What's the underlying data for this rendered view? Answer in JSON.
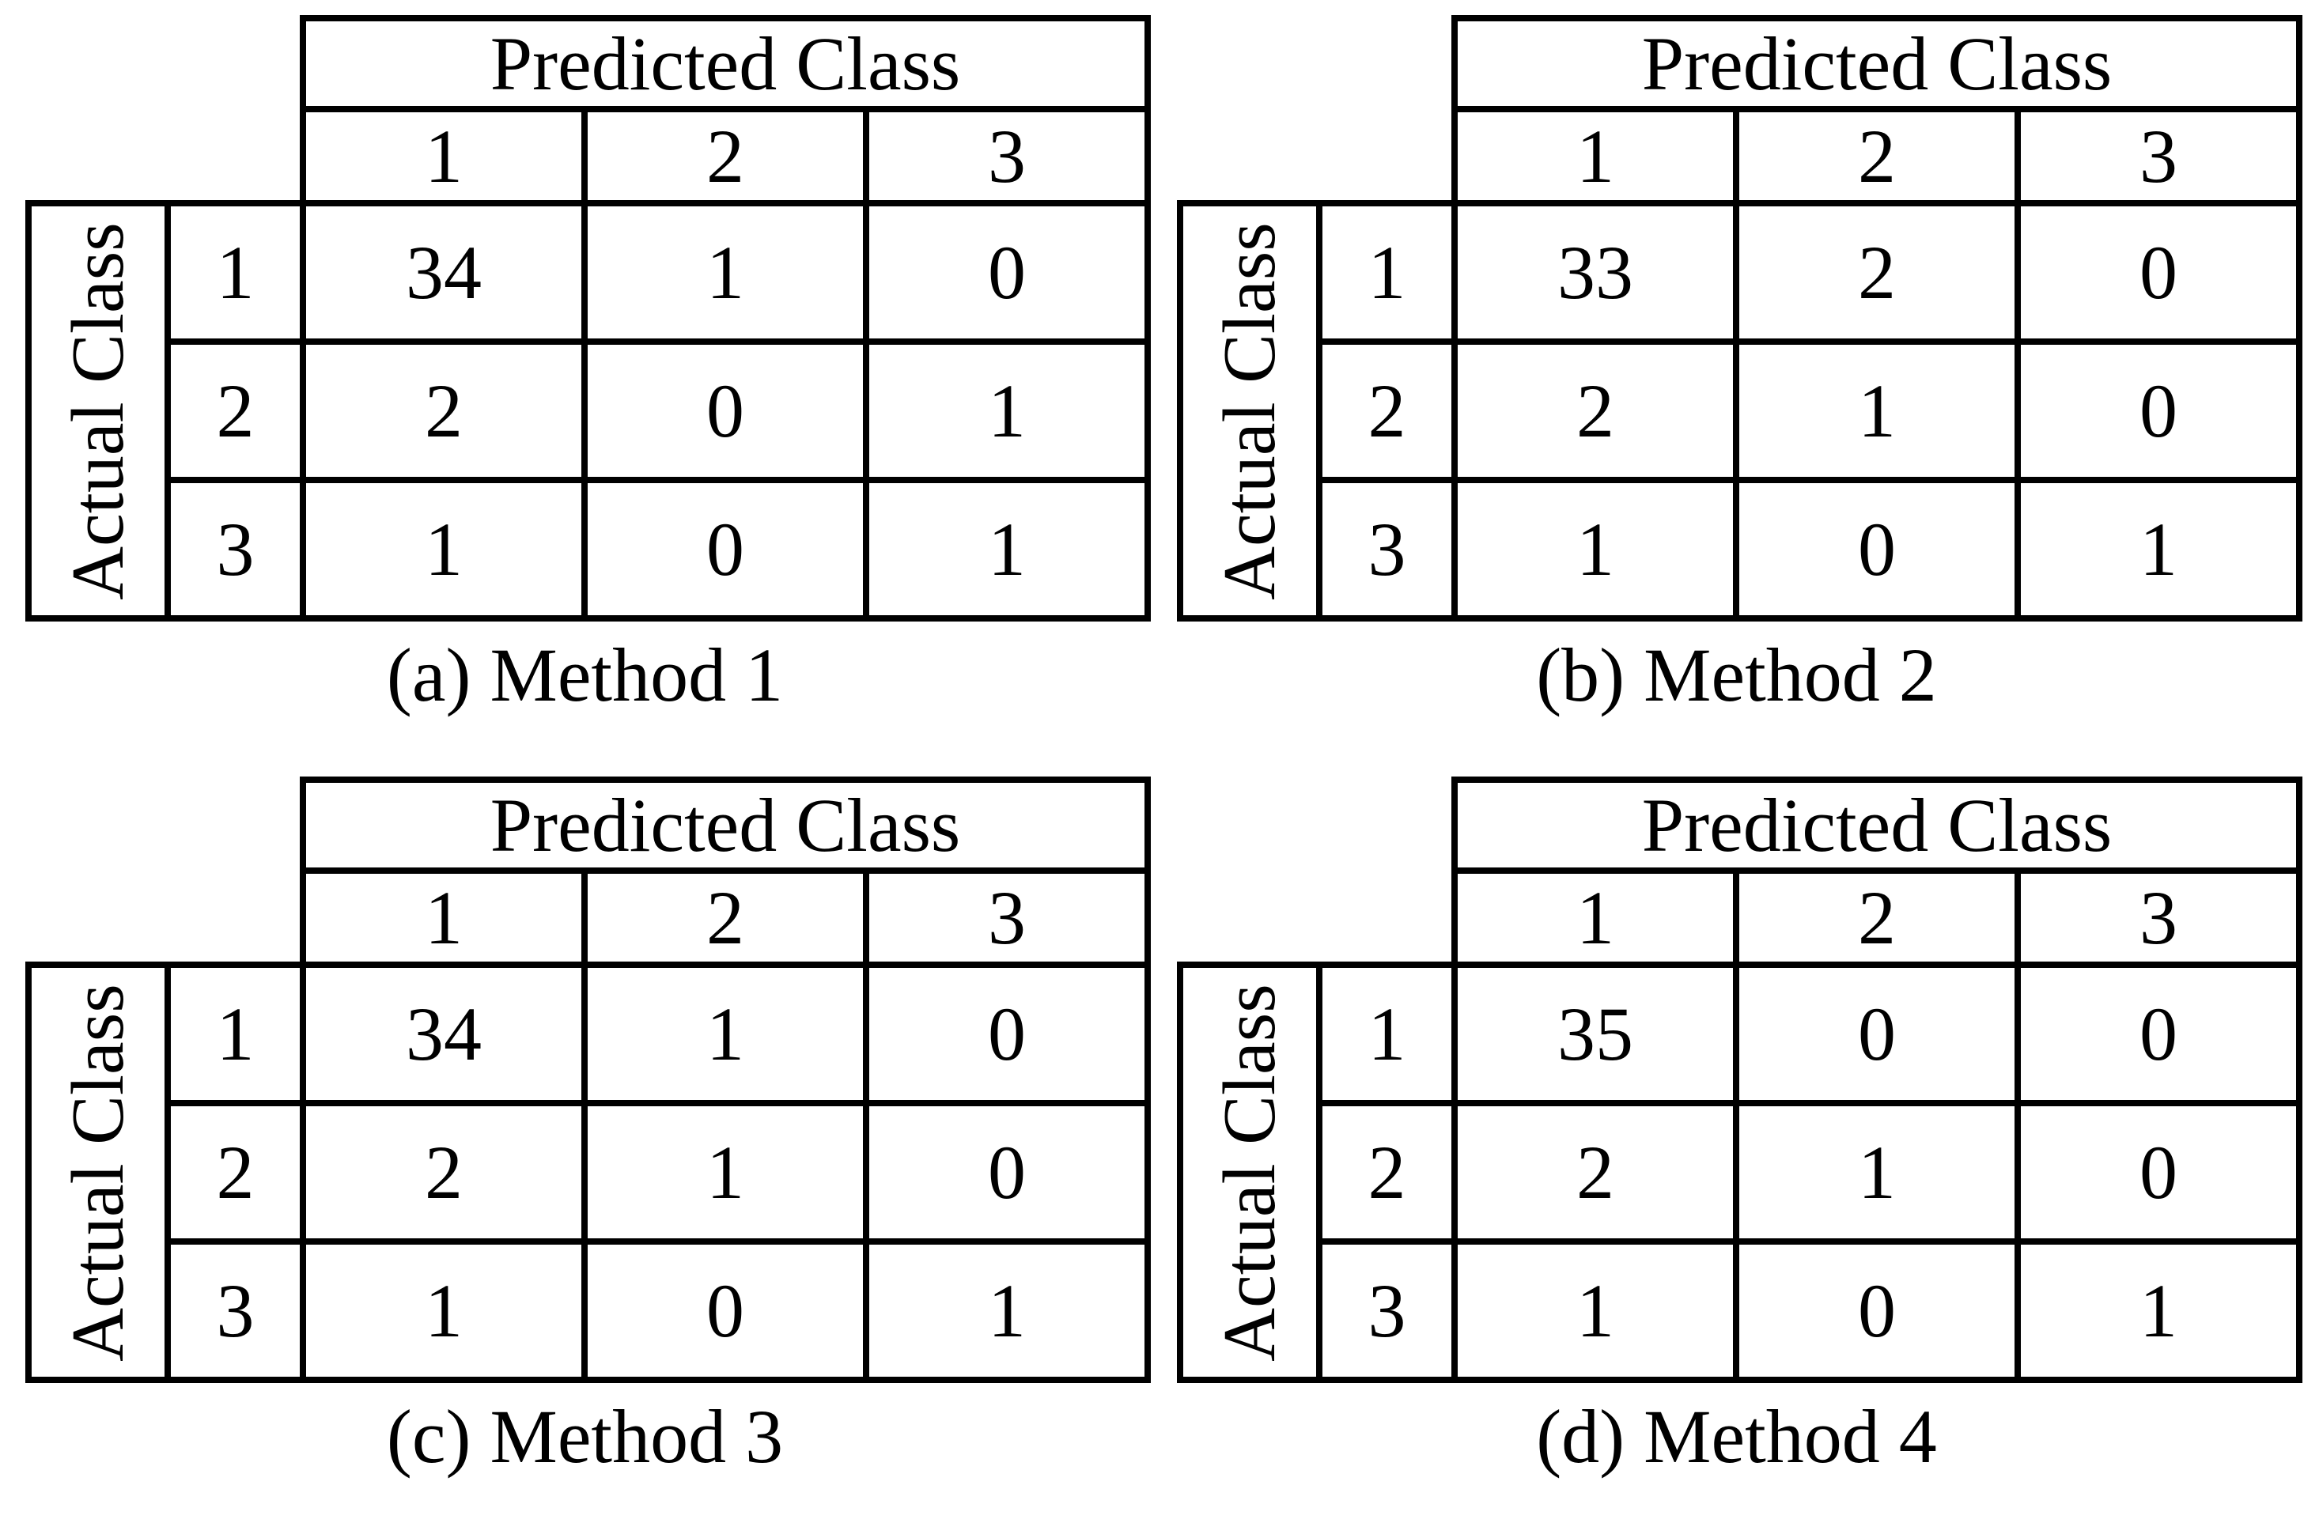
{
  "chart_data": [
    {
      "type": "table",
      "subtype": "confusion-matrix",
      "caption": "(a) Method 1",
      "predicted_axis_label": "Predicted Class",
      "actual_axis_label": "Actual Class",
      "predicted_classes": [
        "1",
        "2",
        "3"
      ],
      "actual_classes": [
        "1",
        "2",
        "3"
      ],
      "matrix": [
        [
          34,
          1,
          0
        ],
        [
          2,
          0,
          1
        ],
        [
          1,
          0,
          1
        ]
      ],
      "highlight": "diagonal",
      "accent_color": "#c7c8ca"
    },
    {
      "type": "table",
      "subtype": "confusion-matrix",
      "caption": "(b) Method 2",
      "predicted_axis_label": "Predicted Class",
      "actual_axis_label": "Actual Class",
      "predicted_classes": [
        "1",
        "2",
        "3"
      ],
      "actual_classes": [
        "1",
        "2",
        "3"
      ],
      "matrix": [
        [
          33,
          2,
          0
        ],
        [
          2,
          1,
          0
        ],
        [
          1,
          0,
          1
        ]
      ],
      "highlight": "diagonal",
      "accent_color": "#f6f4ae"
    },
    {
      "type": "table",
      "subtype": "confusion-matrix",
      "caption": "(c) Method 3",
      "predicted_axis_label": "Predicted Class",
      "actual_axis_label": "Actual Class",
      "predicted_classes": [
        "1",
        "2",
        "3"
      ],
      "actual_classes": [
        "1",
        "2",
        "3"
      ],
      "matrix": [
        [
          34,
          1,
          0
        ],
        [
          2,
          1,
          0
        ],
        [
          1,
          0,
          1
        ]
      ],
      "highlight": "diagonal",
      "accent_color": "#a9dcf4"
    },
    {
      "type": "table",
      "subtype": "confusion-matrix",
      "caption": "(d) Method 4",
      "predicted_axis_label": "Predicted Class",
      "actual_axis_label": "Actual Class",
      "predicted_classes": [
        "1",
        "2",
        "3"
      ],
      "actual_classes": [
        "1",
        "2",
        "3"
      ],
      "matrix": [
        [
          35,
          0,
          0
        ],
        [
          2,
          1,
          0
        ],
        [
          1,
          0,
          1
        ]
      ],
      "highlight": "diagonal",
      "accent_color": "#d09cc9"
    }
  ]
}
